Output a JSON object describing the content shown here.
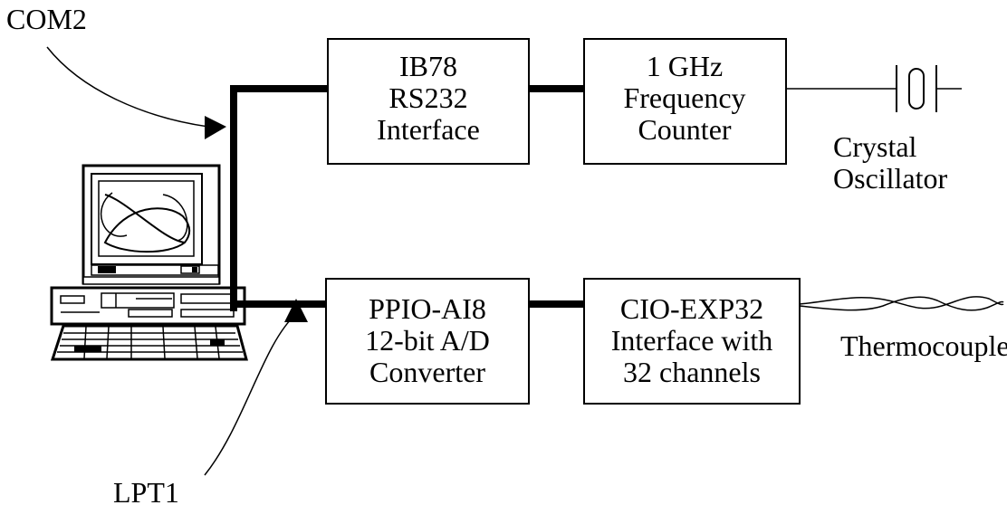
{
  "labels": {
    "com_port": "COM2",
    "lpt_port": "LPT1",
    "crystal_line1": "Crystal",
    "crystal_line2": "Oscillator",
    "thermocouple": "Thermocouple"
  },
  "boxes": {
    "rs232": [
      "IB78",
      "RS232",
      "Interface"
    ],
    "counter": [
      "1 GHz",
      "Frequency",
      "Counter"
    ],
    "adc": [
      "PPIO-AI8",
      "12-bit A/D",
      "Converter"
    ],
    "mux": [
      "CIO-EXP32",
      "Interface with",
      "32 channels"
    ]
  },
  "icons": {
    "computer": "desktop-computer-icon",
    "crystal": "crystal-oscillator-icon",
    "thermocouple": "thermocouple-wire-icon"
  }
}
